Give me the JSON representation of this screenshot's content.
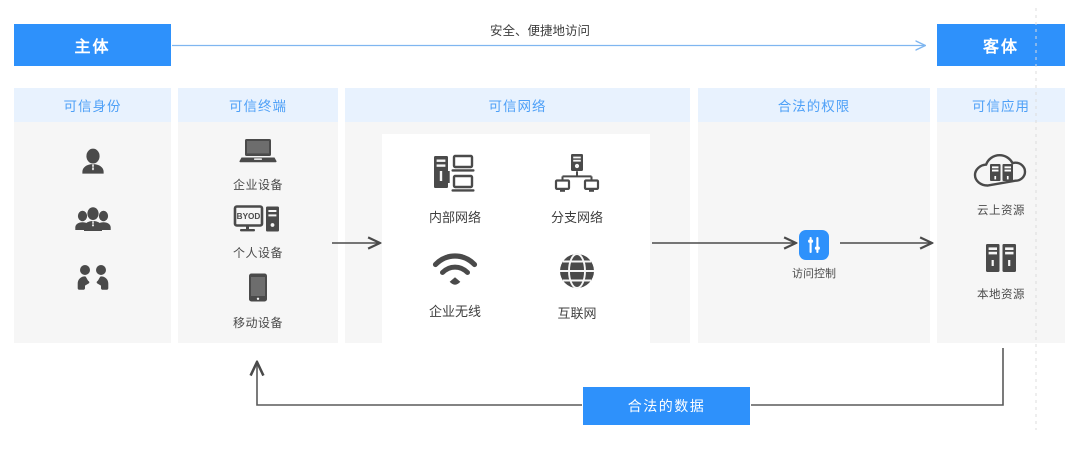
{
  "diagram": {
    "title_left": "主体",
    "title_right": "客体",
    "top_flow_label": "安全、便捷地访问",
    "bottom_flow_label": "合法的数据",
    "accent_color": "#2e91fb",
    "header_band_color": "#e8f2fe",
    "header_text_color": "#4ea0f7",
    "column_bg_color": "#f6f6f6",
    "panel_bg_color": "#ffffff",
    "icon_color": "#4a4a4a"
  },
  "columns": [
    {
      "key": "identity",
      "header": "可信身份",
      "items": [
        {
          "icon": "single-user-icon",
          "label": ""
        },
        {
          "icon": "user-group-icon",
          "label": ""
        },
        {
          "icon": "handshake-partners-icon",
          "label": ""
        }
      ]
    },
    {
      "key": "terminal",
      "header": "可信终端",
      "items": [
        {
          "icon": "laptop-icon",
          "label": "企业设备"
        },
        {
          "icon": "byod-desktop-icon",
          "label": "个人设备",
          "badge": "BYOD"
        },
        {
          "icon": "tablet-icon",
          "label": "移动设备"
        }
      ]
    },
    {
      "key": "network",
      "header": "可信网络",
      "items": [
        {
          "icon": "server-workstations-icon",
          "label": "内部网络"
        },
        {
          "icon": "branch-topology-icon",
          "label": "分支网络"
        },
        {
          "icon": "wifi-icon",
          "label": "企业无线"
        },
        {
          "icon": "globe-icon",
          "label": "互联网"
        }
      ]
    },
    {
      "key": "authorization",
      "header": "合法的权限",
      "items": [
        {
          "icon": "sliders-control-icon",
          "label": "访问控制"
        }
      ]
    },
    {
      "key": "application",
      "header": "可信应用",
      "items": [
        {
          "icon": "cloud-servers-icon",
          "label": "云上资源"
        },
        {
          "icon": "server-racks-icon",
          "label": "本地资源"
        }
      ]
    }
  ],
  "connectors": [
    {
      "name": "subject-to-object-arrow",
      "direction": "right"
    },
    {
      "name": "terminal-to-network-arrow",
      "direction": "right"
    },
    {
      "name": "network-to-access-control-arrow",
      "direction": "right"
    },
    {
      "name": "access-control-to-application-arrow",
      "direction": "right"
    },
    {
      "name": "application-to-terminal-feedback-loop",
      "direction": "left-up"
    }
  ]
}
